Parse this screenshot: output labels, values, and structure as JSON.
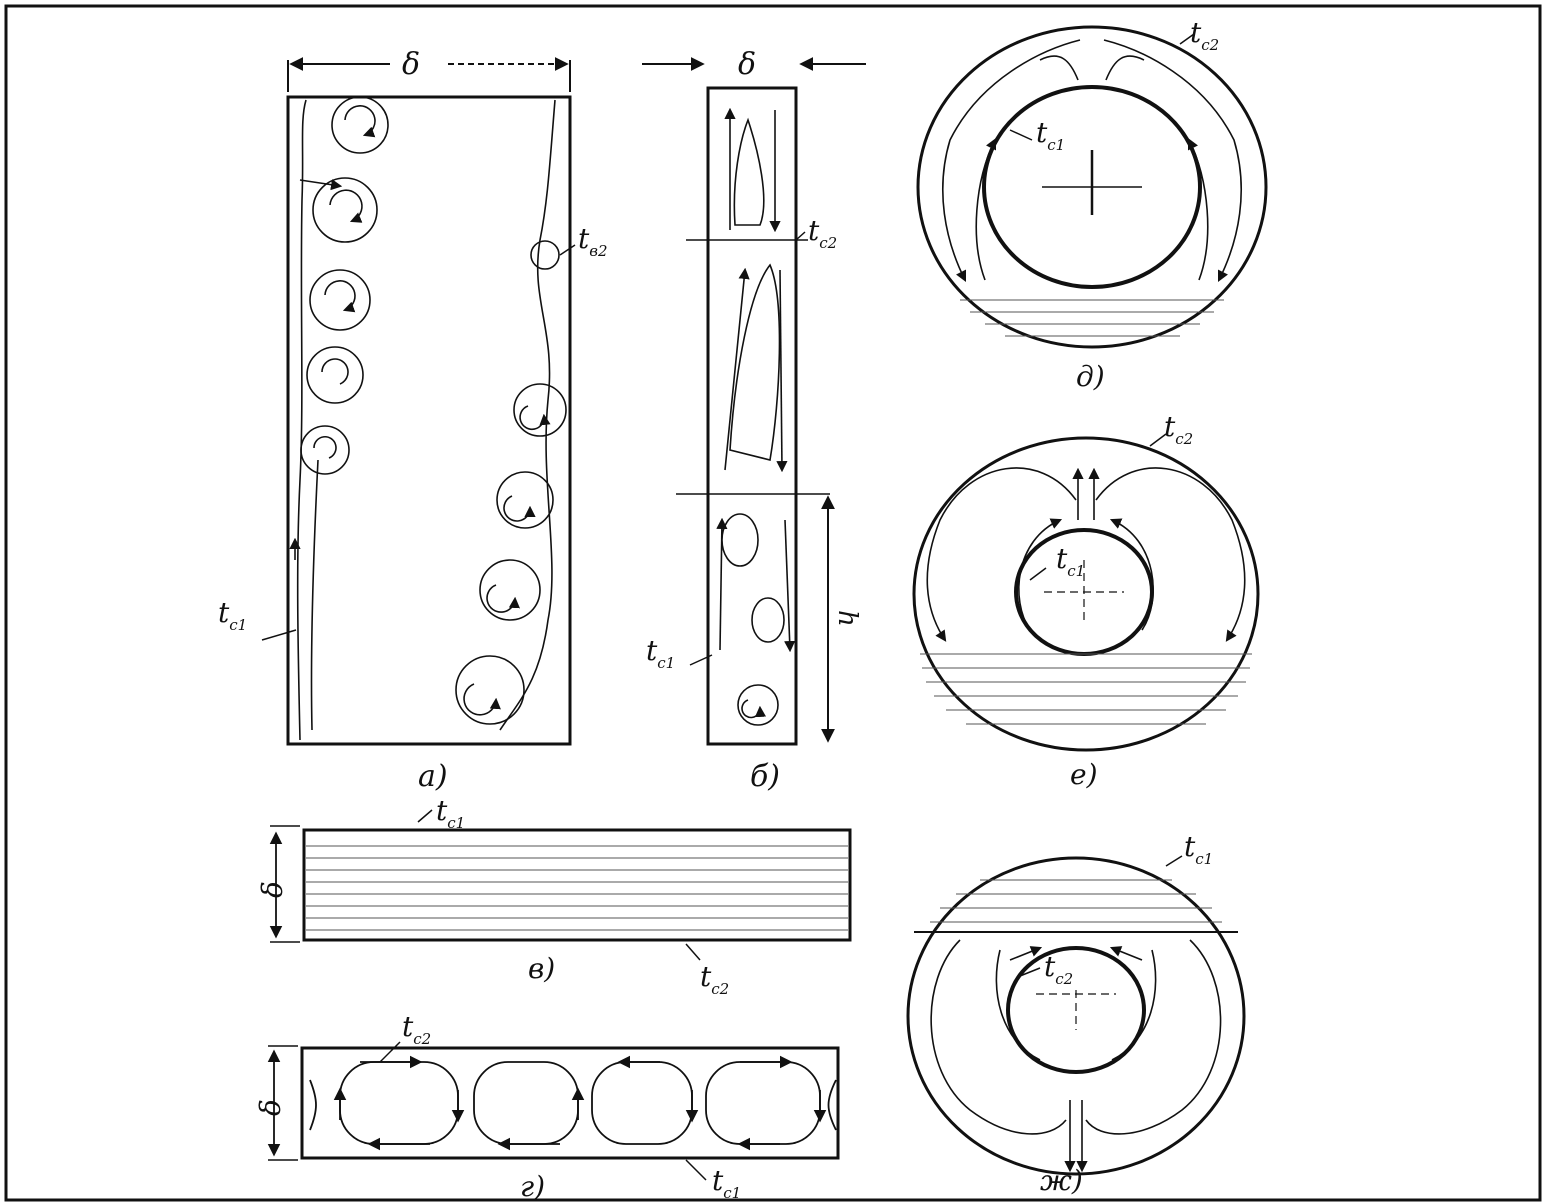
{
  "panels": {
    "a": {
      "caption": "а)",
      "width_label": "δ",
      "wall_left": {
        "t": "t",
        "sub": "c1"
      },
      "wall_right": {
        "t": "t",
        "sub": "в2"
      }
    },
    "b": {
      "caption": "б)",
      "width_label": "δ",
      "wall_left": {
        "t": "t",
        "sub": "c1"
      },
      "wall_right": {
        "t": "t",
        "sub": "c2"
      },
      "height_label": "h"
    },
    "v": {
      "caption": "в)",
      "width_label": "δ",
      "wall_top": {
        "t": "t",
        "sub": "c1"
      },
      "wall_bottom": {
        "t": "t",
        "sub": "c2"
      }
    },
    "g": {
      "caption": "г)",
      "width_label": "δ",
      "wall_top": {
        "t": "t",
        "sub": "c2"
      },
      "wall_bottom": {
        "t": "t",
        "sub": "c1"
      }
    },
    "d": {
      "caption": "д)",
      "outer": {
        "t": "t",
        "sub": "c2"
      },
      "inner": {
        "t": "t",
        "sub": "c1"
      }
    },
    "e": {
      "caption": "е)",
      "outer": {
        "t": "t",
        "sub": "c2"
      },
      "inner": {
        "t": "t",
        "sub": "c1"
      }
    },
    "zh": {
      "caption": "ж)",
      "outer": {
        "t": "t",
        "sub": "c1"
      },
      "inner": {
        "t": "t",
        "sub": "c2"
      }
    }
  },
  "colors": {
    "ink": "#111111",
    "paper": "#ffffff"
  }
}
